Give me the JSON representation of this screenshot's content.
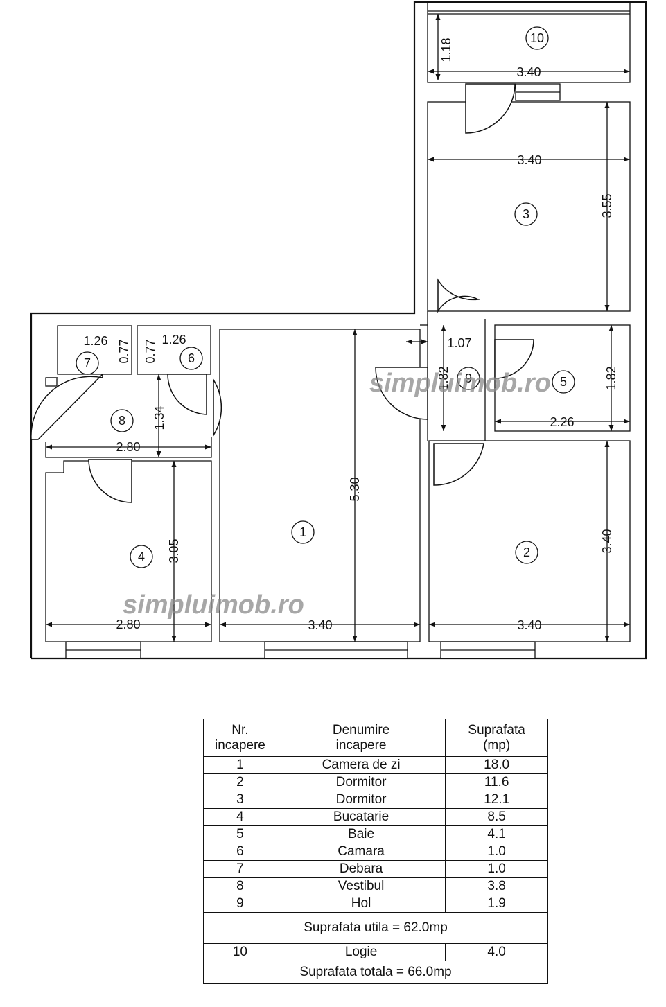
{
  "watermark": "simpluimob.ro",
  "rooms": [
    {
      "no": "1",
      "name": "Camera de zi",
      "area": "18.0"
    },
    {
      "no": "2",
      "name": "Dormitor",
      "area": "11.6"
    },
    {
      "no": "3",
      "name": "Dormitor",
      "area": "12.1"
    },
    {
      "no": "4",
      "name": "Bucatarie",
      "area": "8.5"
    },
    {
      "no": "5",
      "name": "Baie",
      "area": "4.1"
    },
    {
      "no": "6",
      "name": "Camara",
      "area": "1.0"
    },
    {
      "no": "7",
      "name": "Debara",
      "area": "1.0"
    },
    {
      "no": "8",
      "name": "Vestibul",
      "area": "3.8"
    },
    {
      "no": "9",
      "name": "Hol",
      "area": "1.9"
    },
    {
      "no": "10",
      "name": "Logie",
      "area": "4.0"
    }
  ],
  "table": {
    "head_no_1": "Nr.",
    "head_no_2": "incapere",
    "head_name_1": "Denumire",
    "head_name_2": "incapere",
    "head_area_1": "Suprafata",
    "head_area_2": "(mp)",
    "useful_total": "Suprafata utila = 62.0mp",
    "grand_total": "Suprafata totala = 66.0mp"
  },
  "dimensions": {
    "r10_width": "3.40",
    "r10_height": "1.18",
    "r3_width": "3.40",
    "r3_height": "3.55",
    "r5_width": "2.26",
    "r5_height": "1.82",
    "r9_width": "1.07",
    "r9_height": "1.82",
    "r7_width": "1.26",
    "r7_height": "0.77",
    "r6_width": "1.26",
    "r6_height": "0.77",
    "r8_width": "2.80",
    "r8_height": "1.34",
    "r4_width": "2.80",
    "r4_height": "3.05",
    "r1_width": "3.40",
    "r1_height": "5.30",
    "r2_width": "3.40",
    "r2_height": "3.40"
  }
}
